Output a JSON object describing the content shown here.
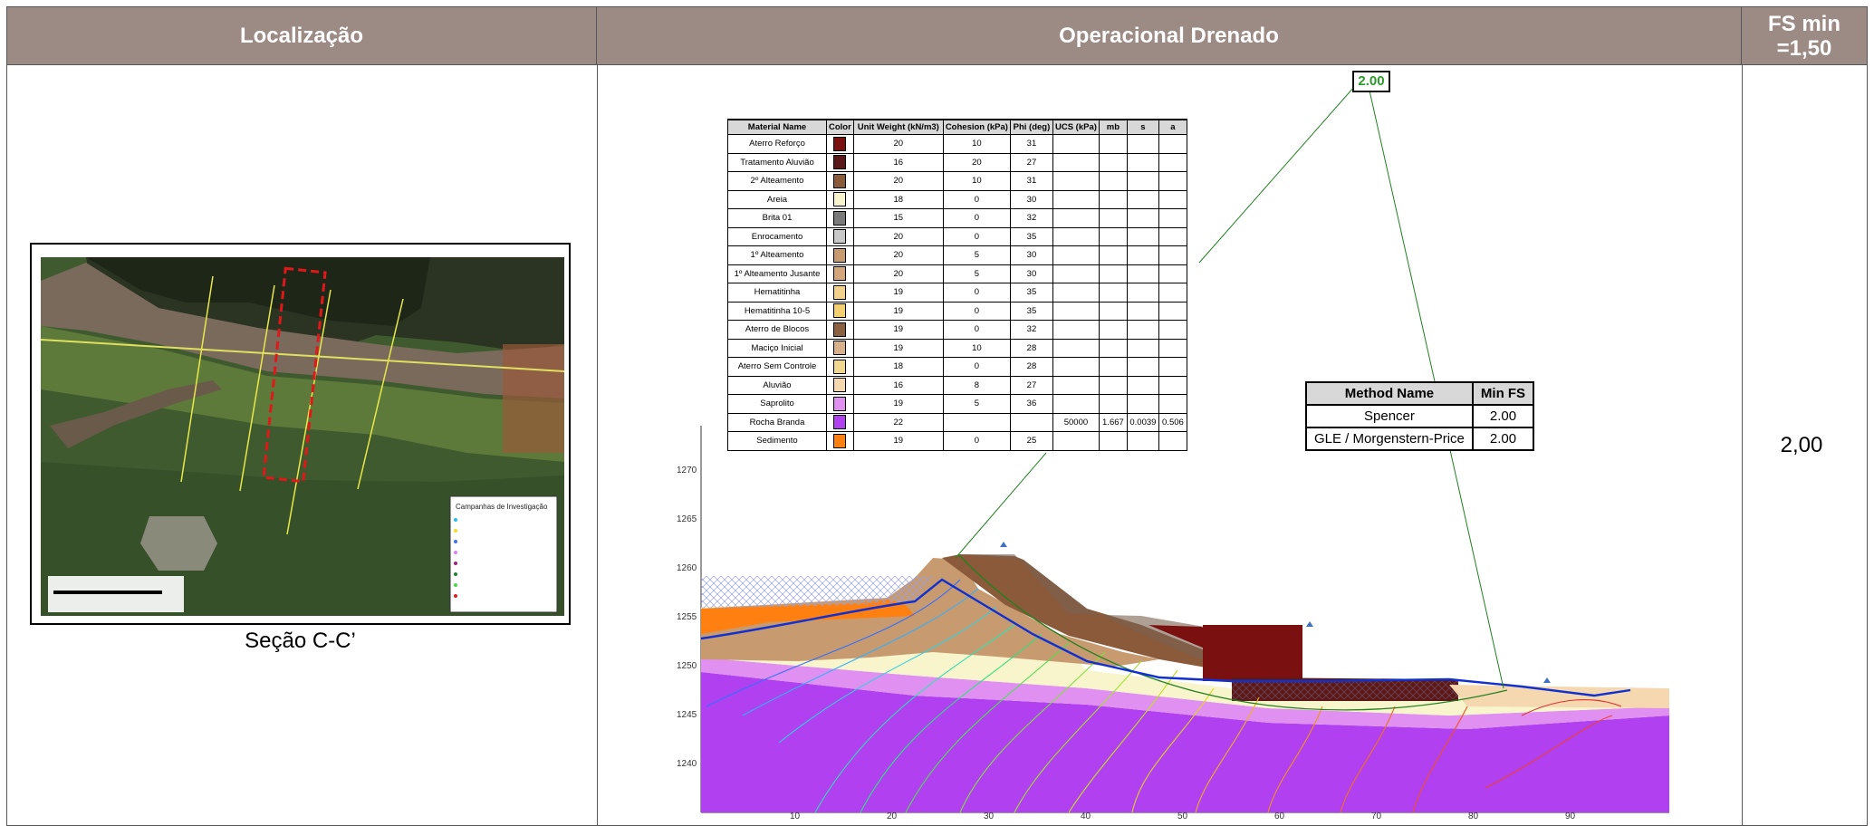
{
  "header": {
    "col1_title": "Localização",
    "col2_title": "Operacional Drenado",
    "col3_title": "FS min =1,50"
  },
  "location": {
    "caption": "Seção C-C’",
    "legend_title": "Campanhas de Investigação"
  },
  "factor_of_safety": {
    "value": "2,00",
    "diagram_fs_label": "2.00"
  },
  "materials_table": {
    "headers": [
      "Material Name",
      "Color",
      "Unit Weight (kN/m3)",
      "Cohesion (kPa)",
      "Phi (deg)",
      "UCS (kPa)",
      "mb",
      "s",
      "a"
    ],
    "rows": [
      {
        "name": "Aterro Reforço",
        "color": "#7a1010",
        "weight": "20",
        "cohesion": "10",
        "phi": "31",
        "ucs": "",
        "mb": "",
        "s": "",
        "a": ""
      },
      {
        "name": "Tratamento Aluvião",
        "color": "#5a1818",
        "weight": "16",
        "cohesion": "20",
        "phi": "27",
        "ucs": "",
        "mb": "",
        "s": "",
        "a": ""
      },
      {
        "name": "2º Alteamento",
        "color": "#8a5a3a",
        "weight": "20",
        "cohesion": "10",
        "phi": "31",
        "ucs": "",
        "mb": "",
        "s": "",
        "a": ""
      },
      {
        "name": "Areia",
        "color": "#f8f4cc",
        "weight": "18",
        "cohesion": "0",
        "phi": "30",
        "ucs": "",
        "mb": "",
        "s": "",
        "a": ""
      },
      {
        "name": "Brita 01",
        "color": "#7a7a7a",
        "weight": "15",
        "cohesion": "0",
        "phi": "32",
        "ucs": "",
        "mb": "",
        "s": "",
        "a": ""
      },
      {
        "name": "Enrocamento",
        "color": "#c8c8c8",
        "weight": "20",
        "cohesion": "0",
        "phi": "35",
        "ucs": "",
        "mb": "",
        "s": "",
        "a": ""
      },
      {
        "name": "1º Alteamento",
        "color": "#c89a70",
        "weight": "20",
        "cohesion": "5",
        "phi": "30",
        "ucs": "",
        "mb": "",
        "s": "",
        "a": ""
      },
      {
        "name": "1º Alteamento Jusante",
        "color": "#d4a47a",
        "weight": "20",
        "cohesion": "5",
        "phi": "30",
        "ucs": "",
        "mb": "",
        "s": "",
        "a": ""
      },
      {
        "name": "Hematitinha",
        "color": "#f2d28a",
        "weight": "19",
        "cohesion": "0",
        "phi": "35",
        "ucs": "",
        "mb": "",
        "s": "",
        "a": ""
      },
      {
        "name": "Hematitinha 10-5",
        "color": "#f5d070",
        "weight": "19",
        "cohesion": "0",
        "phi": "35",
        "ucs": "",
        "mb": "",
        "s": "",
        "a": ""
      },
      {
        "name": "Aterro de Blocos",
        "color": "#8a6040",
        "weight": "19",
        "cohesion": "0",
        "phi": "32",
        "ucs": "",
        "mb": "",
        "s": "",
        "a": ""
      },
      {
        "name": "Maciço Inicial",
        "color": "#d8b08a",
        "weight": "19",
        "cohesion": "10",
        "phi": "28",
        "ucs": "",
        "mb": "",
        "s": "",
        "a": ""
      },
      {
        "name": "Aterro Sem Controle",
        "color": "#f0d890",
        "weight": "18",
        "cohesion": "0",
        "phi": "28",
        "ucs": "",
        "mb": "",
        "s": "",
        "a": ""
      },
      {
        "name": "Aluvião",
        "color": "#f5d8b0",
        "weight": "16",
        "cohesion": "8",
        "phi": "27",
        "ucs": "",
        "mb": "",
        "s": "",
        "a": ""
      },
      {
        "name": "Saprolito",
        "color": "#e090f0",
        "weight": "19",
        "cohesion": "5",
        "phi": "36",
        "ucs": "",
        "mb": "",
        "s": "",
        "a": ""
      },
      {
        "name": "Rocha Branda",
        "color": "#b040f0",
        "weight": "22",
        "cohesion": "",
        "phi": "",
        "ucs": "50000",
        "mb": "1.667",
        "s": "0.0039",
        "a": "0.506"
      },
      {
        "name": "Sedimento",
        "color": "#ff8010",
        "weight": "19",
        "cohesion": "0",
        "phi": "25",
        "ucs": "",
        "mb": "",
        "s": "",
        "a": ""
      }
    ]
  },
  "fs_table": {
    "headers": [
      "Method Name",
      "Min FS"
    ],
    "rows": [
      {
        "method": "Spencer",
        "fs": "2.00"
      },
      {
        "method": "GLE / Morgenstern-Price",
        "fs": "2.00"
      }
    ]
  },
  "axes": {
    "y_ticks": [
      "1270",
      "1265",
      "1260",
      "1255",
      "1250",
      "1245",
      "1240"
    ],
    "x_ticks": [
      "10",
      "20",
      "30",
      "40",
      "50",
      "60",
      "70",
      "80",
      "90"
    ]
  }
}
